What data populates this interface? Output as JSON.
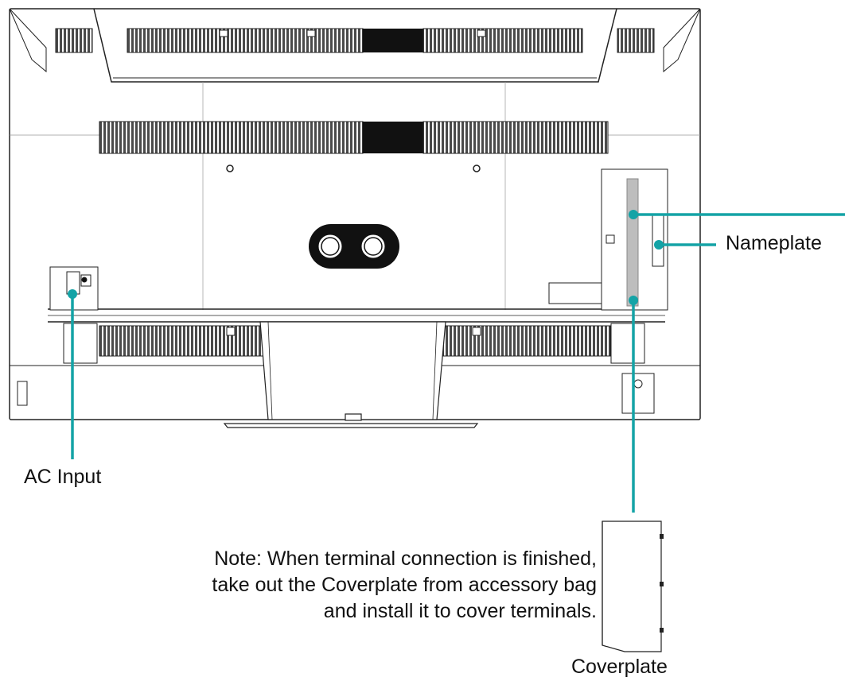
{
  "colors": {
    "callout_line": "#14a3a6",
    "outline": "#222222",
    "vent_fill": "#555555",
    "dark_block": "#111111"
  },
  "labels": {
    "ac_input": "AC Input",
    "nameplate": "Nameplate",
    "coverplate": "Coverplate"
  },
  "note": {
    "line1": "Note: When terminal connection is finished,",
    "line2": "take out the Coverplate from accessory bag",
    "line3": "and install it to cover terminals."
  }
}
